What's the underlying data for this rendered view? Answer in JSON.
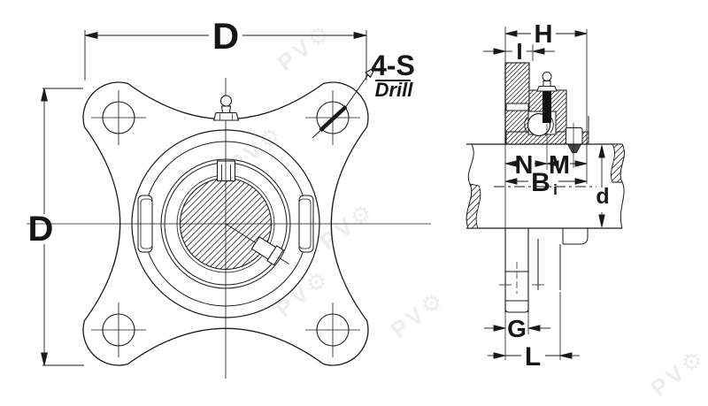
{
  "drawing": {
    "type": "technical-drawing",
    "subject": "4-bolt square flange bearing unit, front view and sectioned side view",
    "colors": {
      "line": "#1a1a1a",
      "background": "#ffffff",
      "watermark_gray": "#555555",
      "section_fill": "#111111"
    },
    "front_view": {
      "dim_width_top": "D",
      "dim_height_left": "D",
      "callout_line1": "4-S",
      "callout_line2": "Drill"
    },
    "side_view": {
      "dim_h": "H",
      "dim_i": "I",
      "dim_n": "N",
      "dim_m": "M",
      "dim_b": "B",
      "dim_b_sub": "i",
      "dim_d": "d",
      "dim_g": "G",
      "dim_l": "L"
    },
    "watermark": {
      "text": "PV⚙"
    }
  }
}
